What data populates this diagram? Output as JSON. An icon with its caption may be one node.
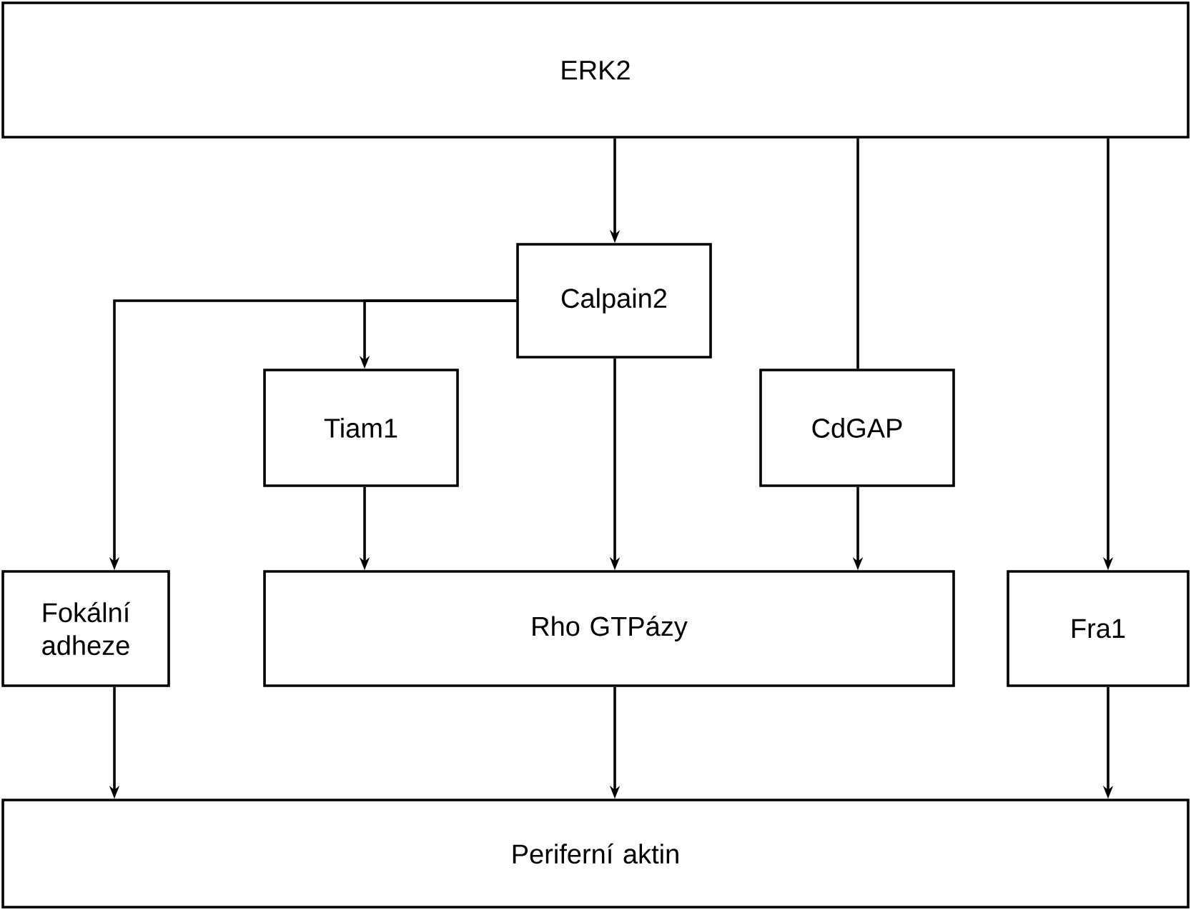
{
  "diagram": {
    "nodes": [
      {
        "text": [
          "ERK2"
        ]
      },
      {
        "text": [
          "Calpain2"
        ]
      },
      {
        "text": [
          "Tiam1"
        ]
      },
      {
        "text": [
          "CdGAP"
        ]
      },
      {
        "text": [
          "Fokální adheze"
        ]
      },
      {
        "text": [
          "Rho GTPázy"
        ]
      },
      {
        "text": [
          "Fra1"
        ]
      },
      {
        "text": [
          "Periferní aktin"
        ]
      }
    ],
    "edges": [
      {
        "from": 0,
        "to": 1,
        "arrow": "to"
      },
      {
        "from": 0,
        "to": 3,
        "arrow": "none"
      },
      {
        "from": 0,
        "to": 6,
        "arrow": "to"
      },
      {
        "from": 1,
        "to": 4,
        "arrow": "to"
      },
      {
        "from": 1,
        "to": 2,
        "arrow": "to"
      },
      {
        "from": 1,
        "to": 5,
        "arrow": "to"
      },
      {
        "from": 2,
        "to": 5,
        "arrow": "to"
      },
      {
        "from": 3,
        "to": 5,
        "arrow": "to"
      },
      {
        "from": 4,
        "to": 7,
        "arrow": "to"
      },
      {
        "from": 5,
        "to": 7,
        "arrow": "to"
      },
      {
        "from": 6,
        "to": 7,
        "arrow": "to"
      }
    ]
  }
}
